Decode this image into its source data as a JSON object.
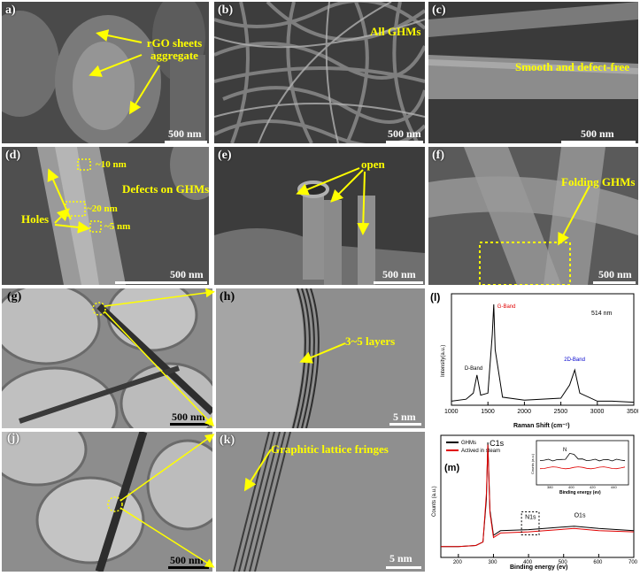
{
  "panels": {
    "a": {
      "label": "a)",
      "scale": "500 nm",
      "annotation": "rGO sheets\naggregate"
    },
    "b": {
      "label": "(b)",
      "scale": "500 nm",
      "annotation": "All GHMs"
    },
    "c": {
      "label": "(c)",
      "scale": "500 nm",
      "annotation": "Smooth and defect-free"
    },
    "d": {
      "label": "(d)",
      "scale": "500 nm",
      "annotation": "Defects on GHMs",
      "holes": "Holes",
      "sizes": [
        "~10 nm",
        "~20 nm",
        "~5 nm"
      ]
    },
    "e": {
      "label": "(e)",
      "scale": "500 nm",
      "annotation": "open"
    },
    "f": {
      "label": "(f)",
      "scale": "500 nm",
      "annotation": "Folding GHMs"
    },
    "g": {
      "label": "(g)",
      "scale": "500 nm"
    },
    "h": {
      "label": "(h)",
      "scale": "5 nm",
      "annotation": "3~5 layers"
    },
    "j": {
      "label": "(j)",
      "scale": "500 nm"
    },
    "k": {
      "label": "(k)",
      "scale": "5 nm",
      "annotation": "Graphitic lattice fringes"
    }
  },
  "raman": {
    "label": "(l)",
    "xlabel": "Raman Shift (cm⁻¹)",
    "ylabel": "Intensity(a.u.)",
    "wavelength": "514 nm",
    "peaks": {
      "d": "D-Band",
      "g": "G-Band",
      "g2d": "2D-Band"
    },
    "ticks": [
      "1000",
      "1500",
      "2000",
      "2500",
      "3000",
      "3500"
    ]
  },
  "xps": {
    "label": "(m)",
    "xlabel": "Binding energy (ev)",
    "ylabel": "Counts (a.u.)",
    "legend": [
      "GHMs",
      "Actived in steam"
    ],
    "peaks": {
      "c1s": "C1s",
      "n1s": "N1s",
      "o1s": "O1s"
    },
    "ticks": [
      "200",
      "300",
      "400",
      "500",
      "600",
      "700"
    ],
    "inset": {
      "ylabel": "Counts (a.u.)",
      "xlabel": "Binding energy (ev)",
      "n": "N",
      "ticks": [
        "380",
        "400",
        "420",
        "440"
      ]
    },
    "colors": {
      "ghm": "#000000",
      "steam": "#e00000"
    }
  },
  "chart_data": [
    {
      "type": "line",
      "title": "",
      "xlabel": "Raman Shift (cm⁻¹)",
      "ylabel": "Intensity(a.u.)",
      "xlim": [
        1000,
        3500
      ],
      "series": [
        {
          "x": [
            1000,
            1200,
            1300,
            1350,
            1400,
            1500,
            1560,
            1580,
            1600,
            1700,
            2000,
            2500,
            2620,
            2690,
            2760,
            3000,
            3200,
            3500
          ],
          "values": [
            0.04,
            0.06,
            0.12,
            0.3,
            0.1,
            0.12,
            0.7,
            1.0,
            0.55,
            0.08,
            0.05,
            0.07,
            0.2,
            0.35,
            0.12,
            0.04,
            0.04,
            0.03
          ]
        }
      ]
    },
    {
      "type": "line",
      "title": "",
      "xlabel": "Binding energy (ev)",
      "ylabel": "Counts (a.u.)",
      "xlim": [
        150,
        700
      ],
      "series": [
        {
          "name": "GHMs",
          "x": [
            150,
            200,
            250,
            270,
            280,
            284,
            290,
            300,
            320,
            400,
            530,
            600,
            700
          ],
          "values": [
            0.08,
            0.08,
            0.09,
            0.12,
            0.5,
            1.0,
            0.4,
            0.18,
            0.22,
            0.23,
            0.26,
            0.24,
            0.22
          ]
        },
        {
          "name": "Actived in steam",
          "x": [
            150,
            200,
            250,
            270,
            280,
            284,
            290,
            300,
            320,
            400,
            530,
            600,
            700
          ],
          "values": [
            0.08,
            0.08,
            0.09,
            0.12,
            0.55,
            0.98,
            0.38,
            0.16,
            0.2,
            0.21,
            0.24,
            0.22,
            0.21
          ]
        }
      ]
    }
  ]
}
